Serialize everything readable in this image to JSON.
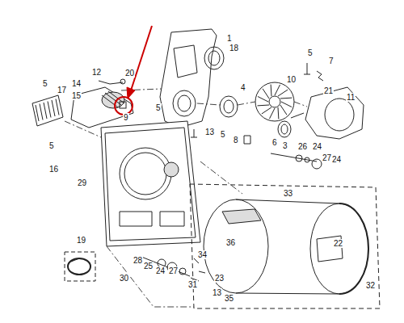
{
  "diagram": {
    "labels": [
      "1",
      "18",
      "5",
      "7",
      "12",
      "20",
      "4",
      "10",
      "14",
      "5",
      "17",
      "15",
      "9",
      "5",
      "21",
      "11",
      "13",
      "5",
      "8",
      "6",
      "3",
      "26",
      "24",
      "27",
      "24",
      "5",
      "16",
      "29",
      "33",
      "36",
      "19",
      "22",
      "28",
      "25",
      "24",
      "27",
      "34",
      "23",
      "30",
      "31",
      "32",
      "13",
      "35"
    ]
  }
}
